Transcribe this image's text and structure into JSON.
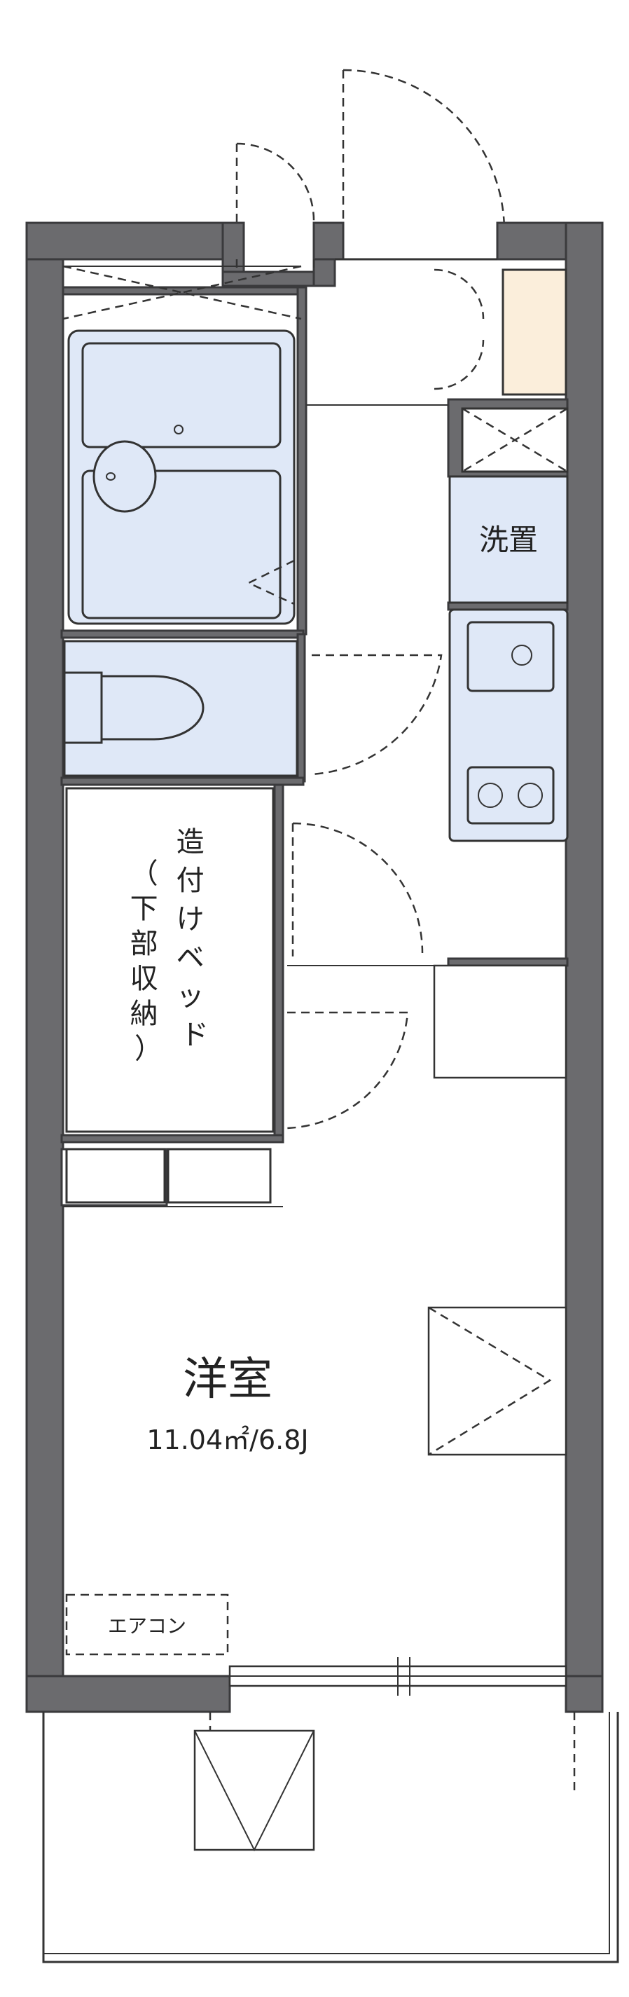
{
  "rooms": {
    "western_room": {
      "name": "洋室",
      "size": "11.04㎡/6.8J"
    },
    "laundry": {
      "name": "洗置"
    },
    "storage": {
      "vertical_label": [
        "造",
        "付",
        "け",
        "ベ",
        "ッ",
        "ド"
      ],
      "paren_label": [
        "（",
        "下",
        "部",
        "収",
        "納",
        "）"
      ]
    },
    "aircon": {
      "label": "エアコン"
    }
  },
  "colors": {
    "wall": "#6b6b6e",
    "fixture": "#dfe8f7",
    "shoe_box": "#fbeedb"
  }
}
